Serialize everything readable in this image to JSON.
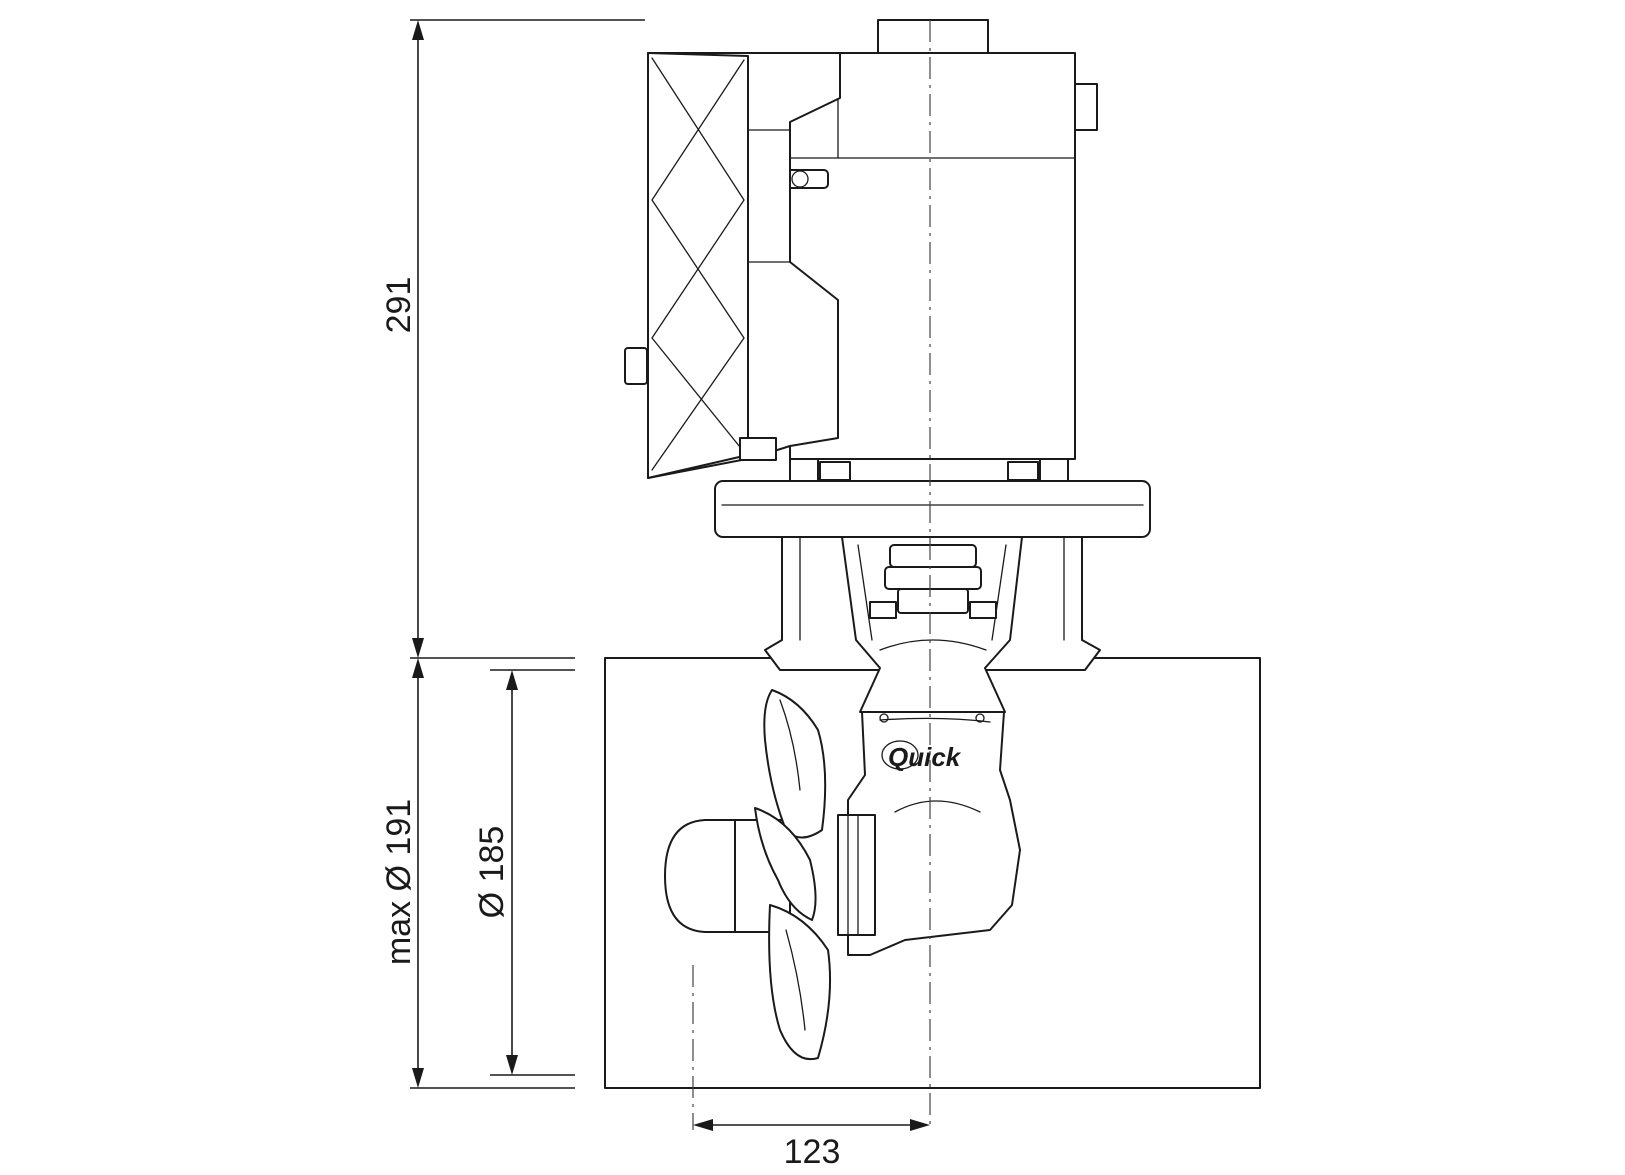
{
  "drawing": {
    "brand_label": "Quick"
  },
  "dimensions": {
    "overall_height": "291",
    "tunnel_max_diameter": "max Ø 191",
    "tunnel_inner_diameter": "Ø 185",
    "propeller_offset": "123"
  },
  "colors": {
    "line": "#1a1a1a",
    "background": "#ffffff"
  }
}
